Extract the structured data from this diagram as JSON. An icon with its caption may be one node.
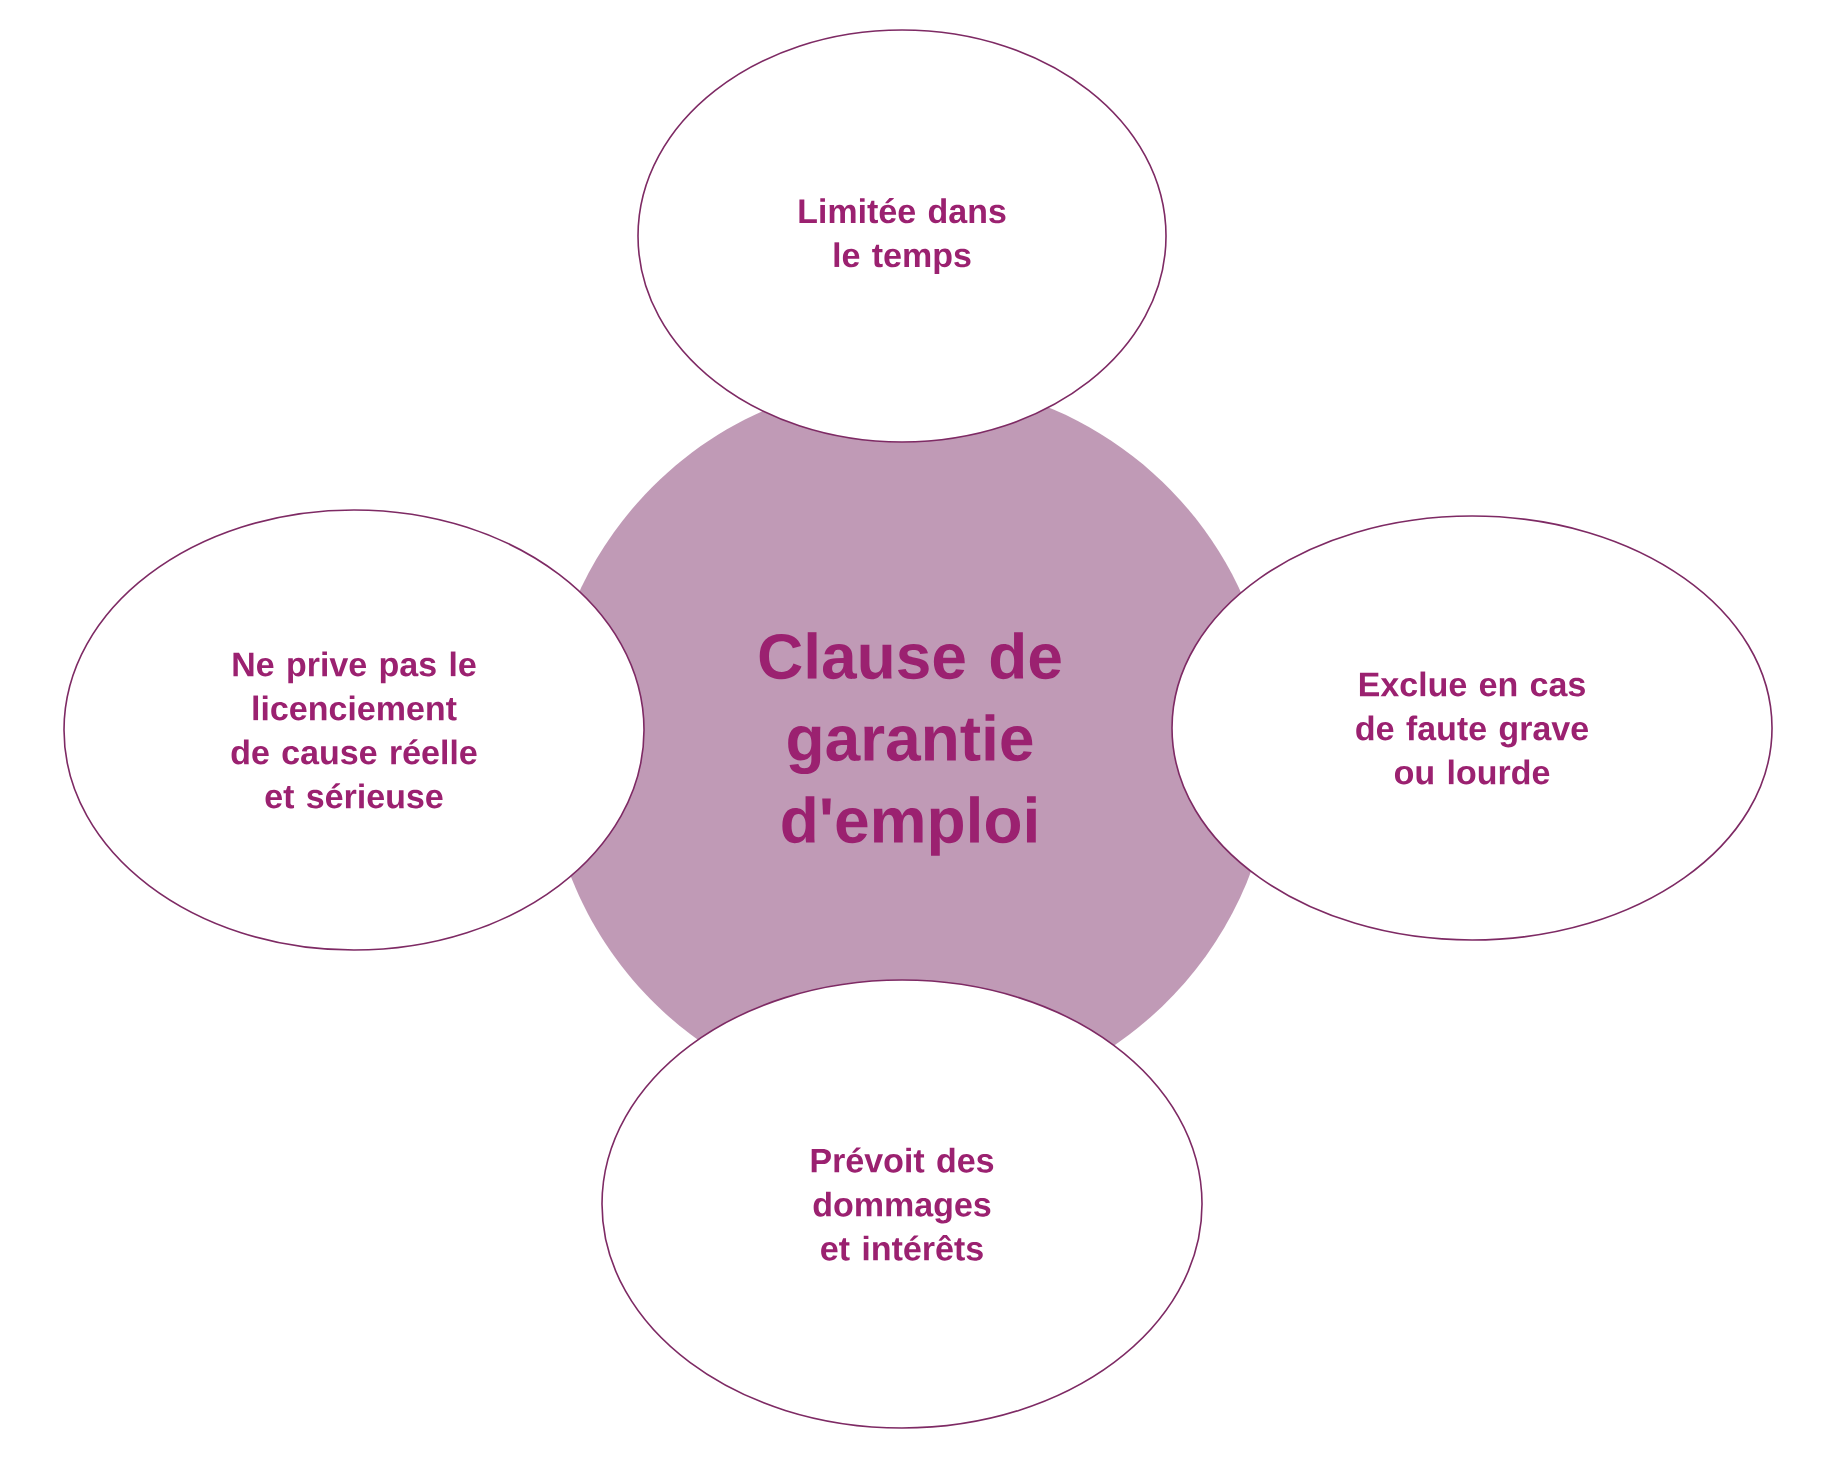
{
  "diagram": {
    "nodes": [
      {
        "text": [
          "Limitée dans le temps"
        ]
      },
      {
        "text": [
          "Ne prive pas le licenciement de cause réelle et sérieuse"
        ]
      },
      {
        "text": [
          "Clause de garantie d'emploi"
        ]
      },
      {
        "text": [
          "Exclue en cas de faute grave ou lourde"
        ]
      },
      {
        "text": [
          "Prévoit des dommages et intérêts"
        ]
      }
    ]
  }
}
